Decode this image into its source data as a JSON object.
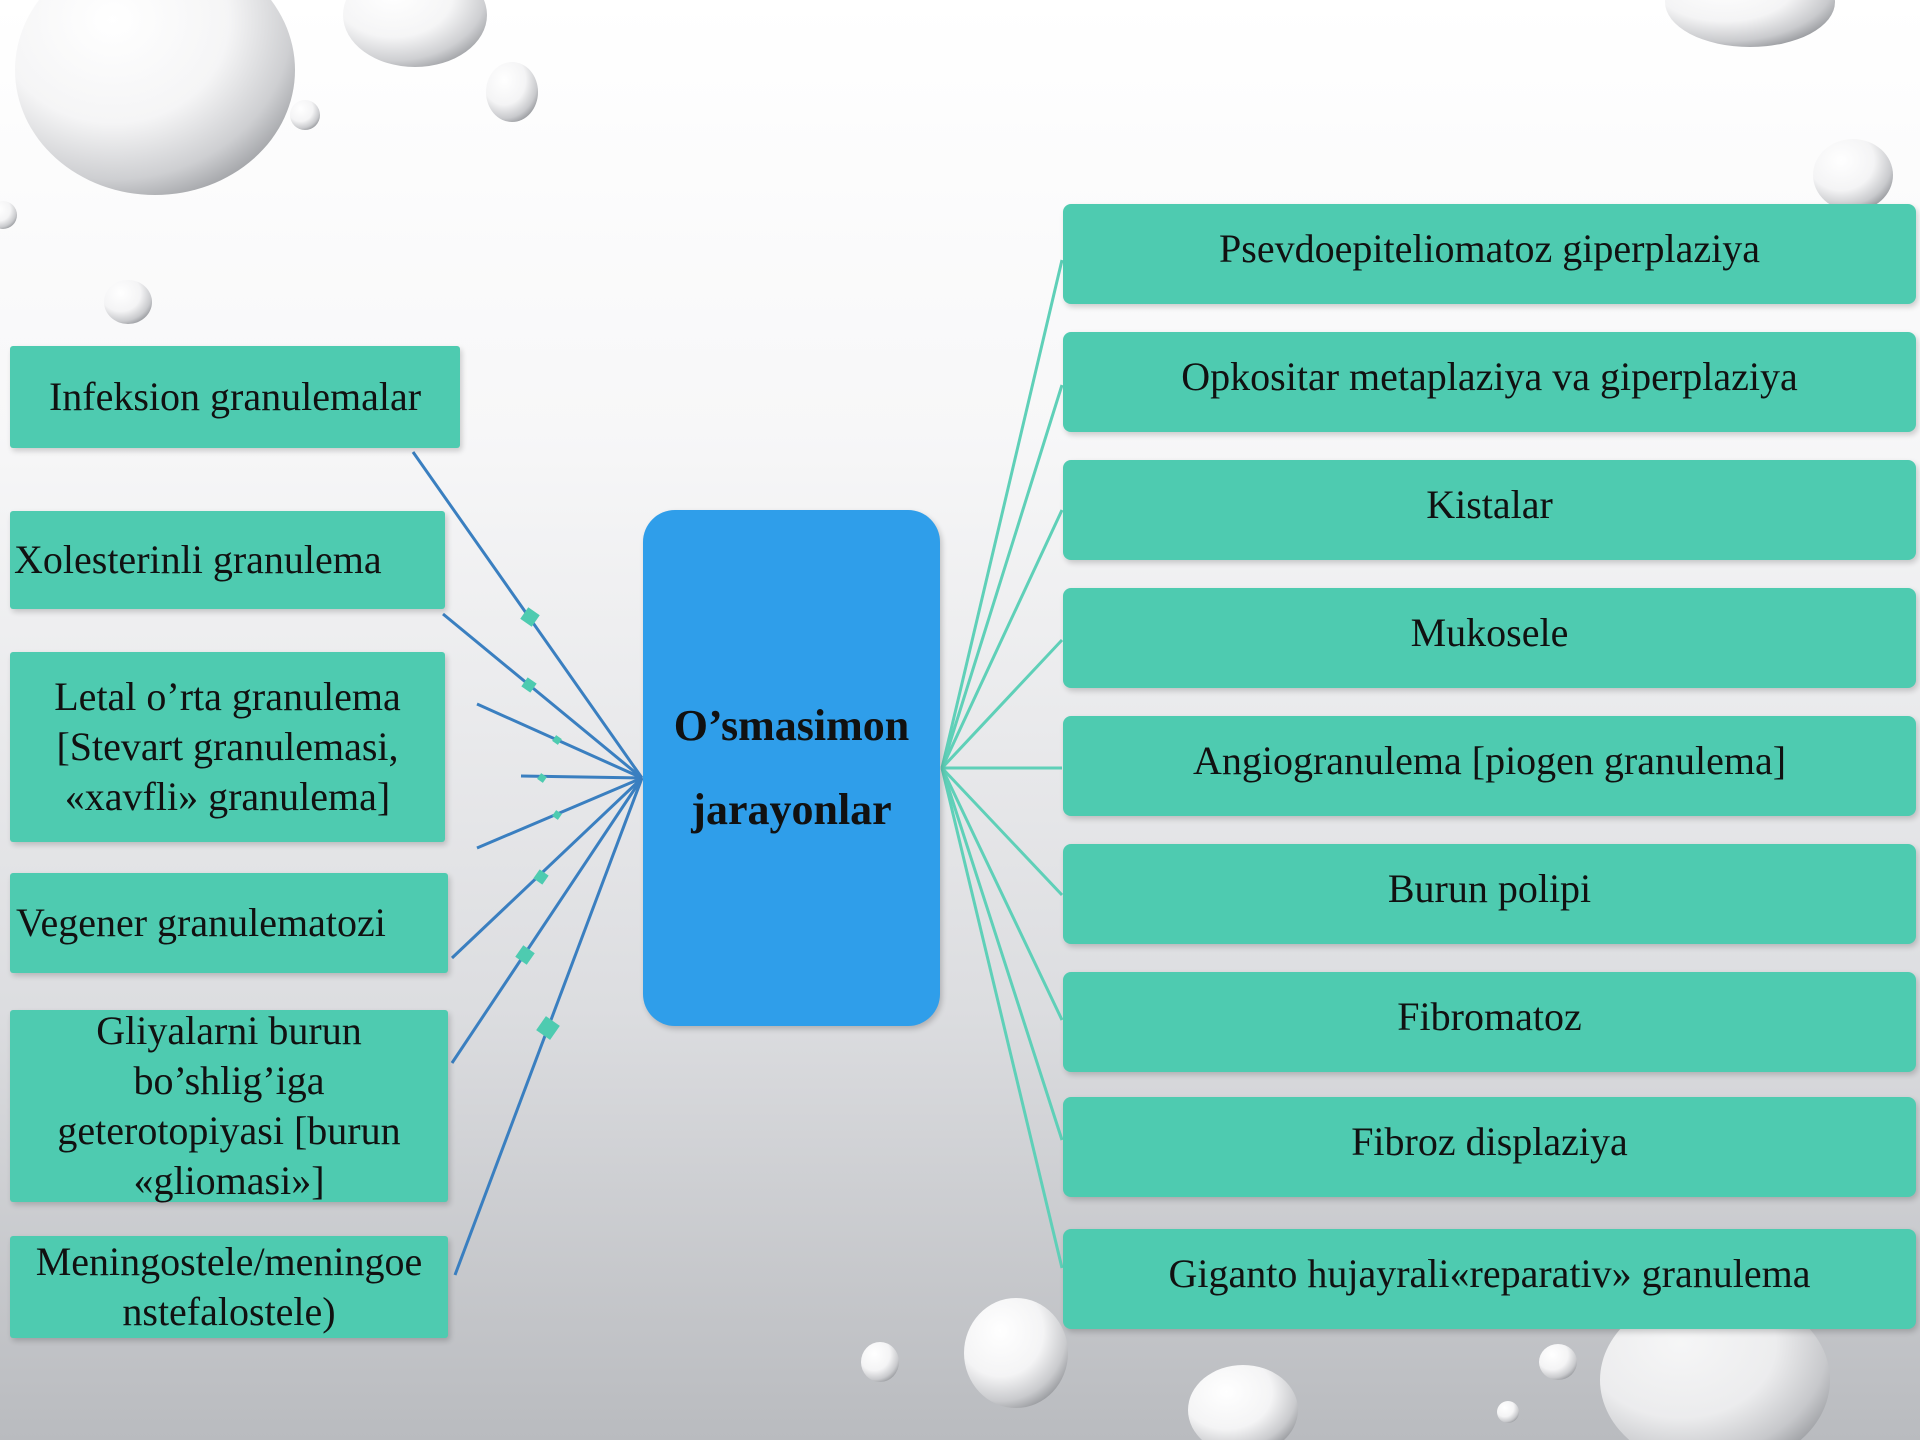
{
  "center": {
    "line1": "O’smasimon",
    "line2": "jarayonlar"
  },
  "left_items": [
    {
      "label": "Infeksion  granulemalar"
    },
    {
      "label": "Xolesterinli  granulema"
    },
    {
      "label": "Letal  o’rta granulema [Stevart granulemasi, «xavfli» granulema]"
    },
    {
      "label": "Vegener  granulematozi"
    },
    {
      "label": "Gliyalarni  burun bo’shlig’iga geterotopiyasi  [burun «gliomasi»]"
    },
    {
      "label": "Meningostele/meningoe nstefalostele)"
    }
  ],
  "right_items": [
    {
      "label": "Psevdoepiteliomatoz  giperplaziya"
    },
    {
      "label": "Opkositar  metaplaziya  va giperplaziya"
    },
    {
      "label": "Kistalar"
    },
    {
      "label": "Mukosele"
    },
    {
      "label": "Angiogranulema  [piogen granulema]"
    },
    {
      "label": "Burun polipi"
    },
    {
      "label": "Fibromatoz"
    },
    {
      "label": "Fibroz displaziya"
    },
    {
      "label": "Giganto  hujayrali«reparativ»  granulema"
    }
  ],
  "colors": {
    "box_fill": "#4ecbb0",
    "center_fill": "#2f9eea",
    "left_connector": "#3a7fc0",
    "right_connector": "#5fd0b8",
    "marker": "#4ecbb0"
  }
}
